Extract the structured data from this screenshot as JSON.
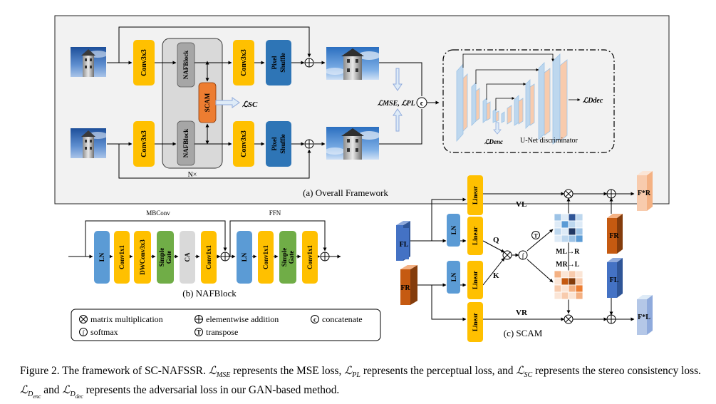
{
  "framework": {
    "conv_label": "Conv3x3",
    "nafblock_label": "NAFBlock",
    "scam_label": "SCAM",
    "pixel_shuffle_line1": "Pixel",
    "pixel_shuffle_line2": "Shuffle",
    "loss_sc": "ℒSC",
    "loss_mse_pl": "ℒMSE, ℒPL",
    "concat_symbol": "c",
    "repeat_label": "N×",
    "loss_d_enc": "ℒDenc",
    "loss_d_dec": "ℒDdec",
    "discriminator_label": "U-Net discriminator",
    "subtitle": "(a) Overall Framework"
  },
  "nafblock": {
    "mbconv_label": "MBConv",
    "ffn_label": "FFN",
    "ln_label": "LN",
    "conv1x1_label": "Conv1x1",
    "dwconv_label": "DWConv3x3",
    "simple_gate_line1": "Simple",
    "simple_gate_line2": "Gate",
    "ca_label": "CA",
    "subtitle": "(b) NAFBlock"
  },
  "legend": {
    "matmul": "matrix multiplication",
    "add": "elementwise addition",
    "concat": "concatenate",
    "softmax": "softmax",
    "transpose": "transpose"
  },
  "scam": {
    "fl": "FL",
    "fr": "FR",
    "fl_star": "F*L",
    "fr_star": "F*R",
    "ln_label": "LN",
    "linear_label": "Linear",
    "q": "Q",
    "k": "K",
    "vl": "VL",
    "vr": "VR",
    "m_lr": "ML→R",
    "m_rl": "MR→L",
    "subtitle": "(c) SCAM"
  },
  "caption": {
    "p1": "Figure 2.  The framework of SC-NAFSSR. ",
    "p2": " represents the MSE loss, ",
    "p3": " represents the perceptual loss, and ",
    "p4": " represents the stereo consistency loss. ",
    "p5": " and ",
    "p6": " represents the adversarial loss in our GAN-based method."
  },
  "colors": {
    "conv_yellow": "#FFC000",
    "naf_gray": "#A6A6A6",
    "scam_orange": "#ED7D31",
    "pixel_blue": "#2E75B6",
    "ln_blue": "#5B9BD5",
    "gate_green": "#70AD47",
    "ca_gray": "#D9D9D9",
    "unet_orange": "#F4B183",
    "unet_blue": "#BDD7EE",
    "f_blue": "#4472C4",
    "f_orange": "#C55A11",
    "panel_bg": "#F2F2F2"
  }
}
